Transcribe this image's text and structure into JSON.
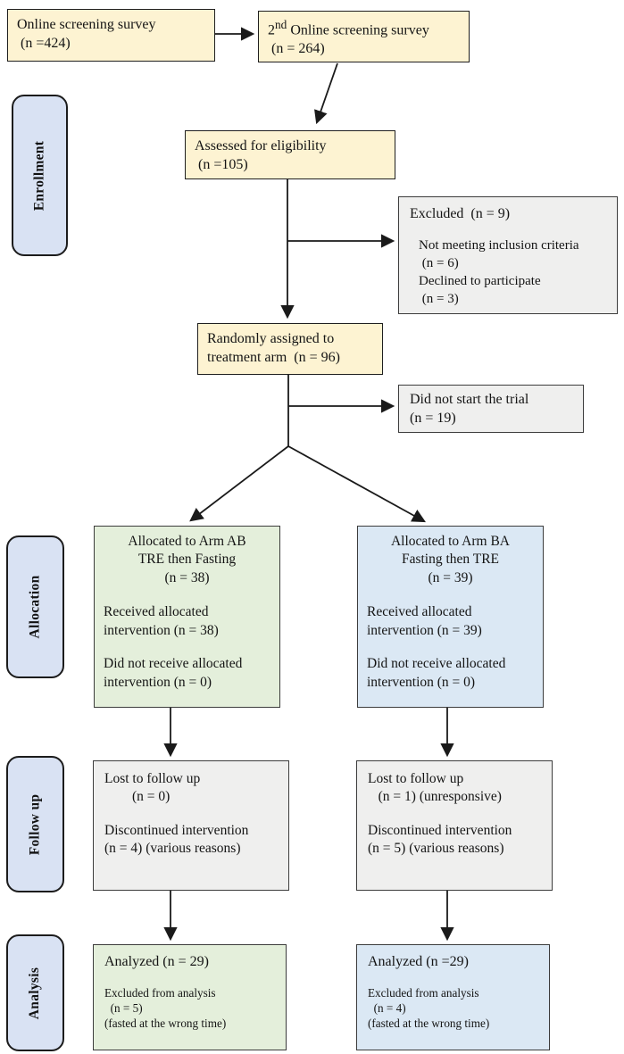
{
  "figure": {
    "type": "consort-flow-diagram",
    "stages": [
      {
        "label": "Enrollment"
      },
      {
        "label": "Allocation"
      },
      {
        "label": "Follow up"
      },
      {
        "label": "Analysis"
      }
    ],
    "boxes": {
      "screen1": {
        "line1": "Online screening survey",
        "line2": " (n =424)"
      },
      "screen2": {
        "num": "2",
        "sup": "nd",
        "rest": " Online screening survey",
        "line2": " (n = 264)"
      },
      "assessed": {
        "line1": "Assessed for eligibility",
        "line2": " (n =105)"
      },
      "excluded": {
        "title": "Excluded  (n = 9)",
        "item1": "Not meeting inclusion criteria",
        "item1_n": " (n = 6)",
        "item2": "Declined to participate",
        "item2_n": " (n = 3)"
      },
      "randomized": {
        "line1": "Randomly assigned to",
        "line2": "treatment arm  (n = 96)"
      },
      "not_started": {
        "line1": "Did not start the trial",
        "line2": "(n = 19)"
      },
      "alloc_ab": {
        "title1": "Allocated to Arm AB",
        "title2": "TRE then Fasting",
        "title3": "(n = 38)",
        "received1": "Received allocated",
        "received2": "intervention (n = 38)",
        "notreceived1": "Did not receive allocated",
        "notreceived2": "intervention (n = 0)"
      },
      "alloc_ba": {
        "title1": "Allocated to Arm BA",
        "title2": "Fasting then TRE",
        "title3": "(n = 39)",
        "received1": "Received allocated",
        "received2": "intervention (n = 39)",
        "notreceived1": "Did not receive allocated",
        "notreceived2": "intervention (n = 0)"
      },
      "followup_ab": {
        "lost1": "Lost to follow up",
        "lost2": "        (n = 0)",
        "disc1": "Discontinued intervention",
        "disc2": "(n = 4) (various reasons)"
      },
      "followup_ba": {
        "lost1": "Lost to follow up",
        "lost2": "   (n = 1) (unresponsive)",
        "disc1": "Discontinued intervention",
        "disc2": "(n = 5) (various reasons)"
      },
      "analysis_ab": {
        "title": "Analyzed (n = 29)",
        "ex1": "Excluded from analysis",
        "ex2": "  (n = 5)",
        "ex3": "(fasted at the wrong time)"
      },
      "analysis_ba": {
        "title": "Analyzed (n =29)",
        "ex1": "Excluded from analysis",
        "ex2": "  (n = 4)",
        "ex3": "(fasted at the wrong time)"
      }
    },
    "colors": {
      "cream_box": "#fdf3d2",
      "gray_box": "#efefee",
      "green_box": "#e4efdb",
      "blue_box": "#dbe8f4",
      "stage_label": "#d9e2f3",
      "line": "#1a1a1a"
    }
  }
}
